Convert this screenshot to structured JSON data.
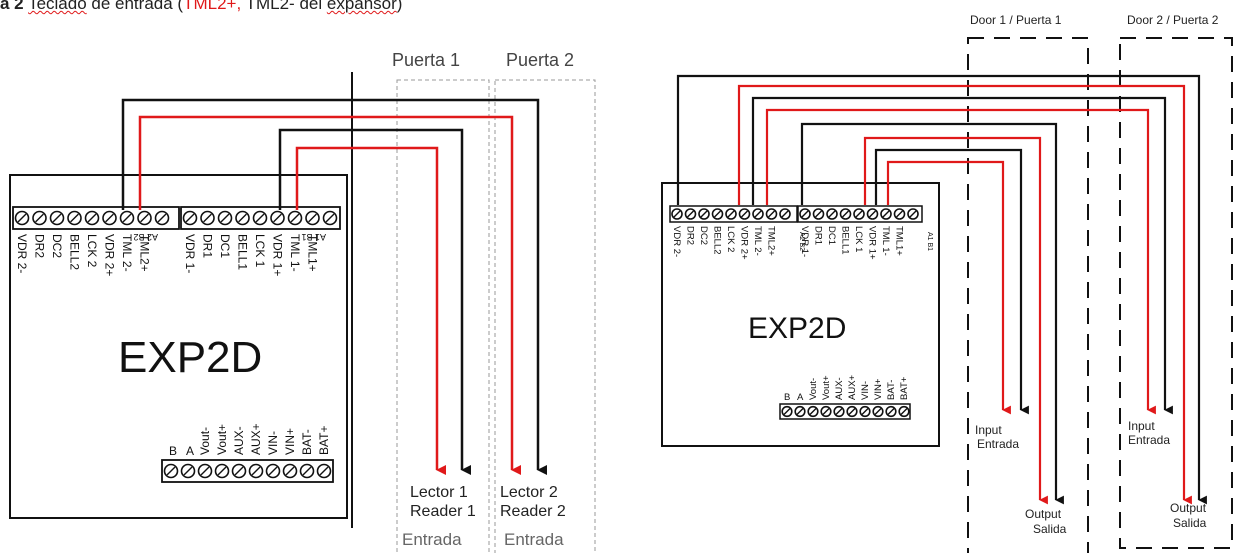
{
  "caption": {
    "prefix": "a 2",
    "teclado": "Teclado",
    "de_entrada": " de entrada (",
    "tml2": "TML2+,",
    "rest": " TML2- del ",
    "expansor": "expansor",
    "close": ")"
  },
  "left": {
    "device": "EXP2D",
    "top_terminals": [
      "VDR 2-",
      "DR2",
      "DC2",
      "BELL2",
      "LCK 2",
      "VDR 2+",
      "TML 2-",
      "TML2+",
      "A2 B2",
      "VDR 1-",
      "DR1",
      "DC1",
      "BELL1",
      "LCK 1",
      "VDR 1+",
      "TML 1-",
      "TML1+",
      "A1 B1"
    ],
    "bottom_terminals": [
      "B",
      "A",
      "Vout-",
      "Vout+",
      "AUX-",
      "AUX+",
      "VIN-",
      "VIN+",
      "BAT-",
      "BAT+"
    ],
    "door1": "Puerta 1",
    "door2": "Puerta 2",
    "reader1_es": "Lector 1",
    "reader1_en": "Reader 1",
    "reader2_es": "Lector 2",
    "reader2_en": "Reader 2",
    "entrada": "Entrada"
  },
  "right": {
    "device": "EXP2D",
    "top_terminals": [
      "VDR 2-",
      "DR2",
      "DC2",
      "BELL2",
      "LCK 2",
      "VDR 2+",
      "TML 2-",
      "TML2+",
      "A2 B2",
      "VDR 1-",
      "DR1",
      "DC1",
      "BELL1",
      "LCK 1",
      "VDR 1+",
      "TML 1-",
      "TML1+",
      "A1 B1"
    ],
    "bottom_terminals": [
      "B",
      "A",
      "Vout-",
      "Vout+",
      "AUX-",
      "AUX+",
      "VIN-",
      "VIN+",
      "BAT-",
      "BAT+"
    ],
    "door1": "Door 1 / Puerta 1",
    "door2": "Door 2 / Puerta 2",
    "input_en": "Input",
    "input_es": "Entrada",
    "output_en": "Output",
    "output_es": "Salida"
  },
  "colors": {
    "red_wire": "#e0191a",
    "black_wire": "#111111"
  }
}
